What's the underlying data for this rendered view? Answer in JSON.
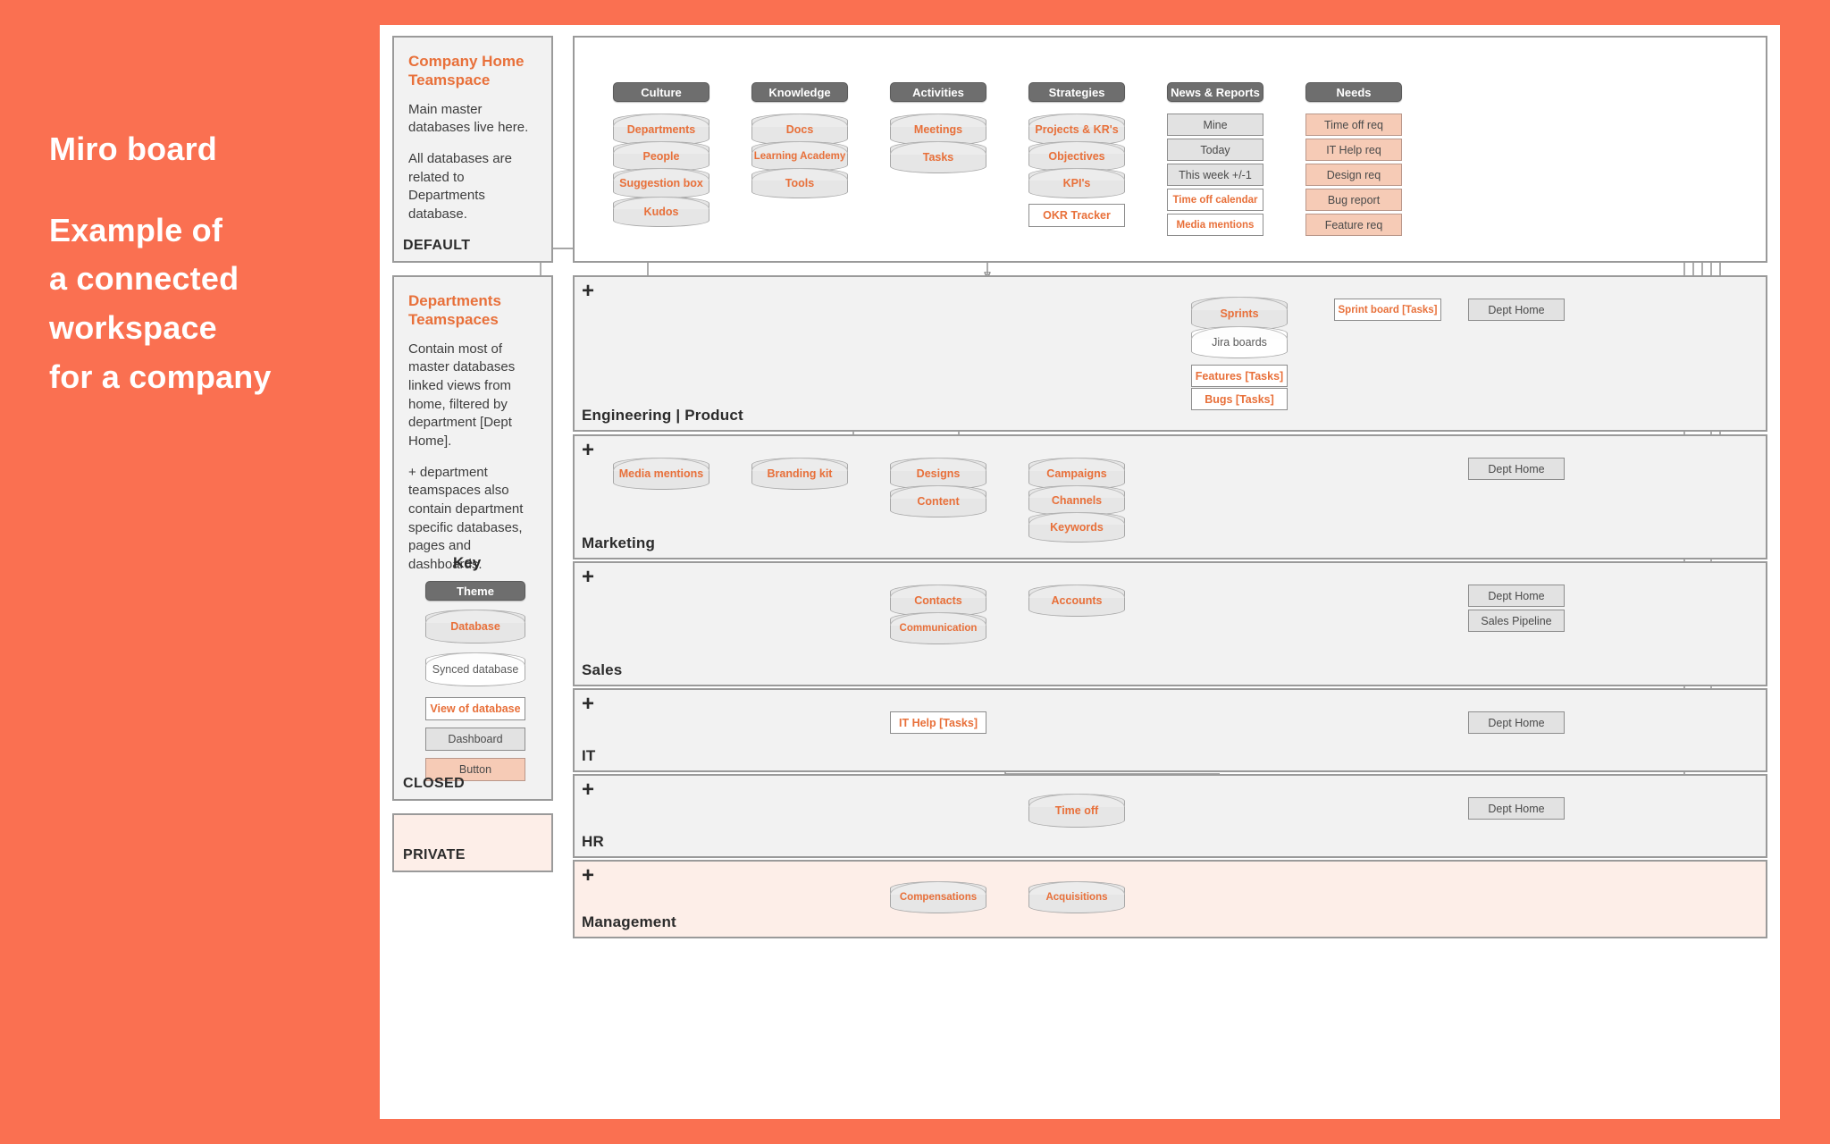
{
  "page": {
    "background_color": "#fa7051",
    "canvas_color": "#ffffff",
    "accent_color": "#e8703a"
  },
  "intro": {
    "line1": "Miro board",
    "line2": "Example of",
    "line3": "a connected",
    "line4": "workspace",
    "line5": "for a company"
  },
  "notes": [
    {
      "title": "Company Home Teamspace",
      "p1": "Main master databases live here.",
      "p2": "All databases are related to Departments database.",
      "tag": "DEFAULT"
    },
    {
      "title": "Departments Teamspaces",
      "p1": "Contain most of master databases linked views from home, filtered by department [Dept Home].",
      "p2": "+ department teamspaces also contain department specific databases, pages and dashboards.",
      "tag": "CLOSED"
    },
    {
      "tag": "PRIVATE"
    }
  ],
  "key": {
    "title": "Key",
    "items": [
      {
        "label": "Theme",
        "type": "theme"
      },
      {
        "label": "Database",
        "type": "database"
      },
      {
        "label": "Synced database",
        "type": "synced-database"
      },
      {
        "label": "View of database",
        "type": "view-of-database"
      },
      {
        "label": "Dashboard",
        "type": "dashboard"
      },
      {
        "label": "Button",
        "type": "button"
      }
    ]
  },
  "home": {
    "columns": [
      {
        "theme": "Culture",
        "nodes": [
          {
            "label": "Departments",
            "type": "database"
          },
          {
            "label": "People",
            "type": "database"
          },
          {
            "label": "Suggestion box",
            "type": "database"
          },
          {
            "label": "Kudos",
            "type": "database"
          }
        ]
      },
      {
        "theme": "Knowledge",
        "nodes": [
          {
            "label": "Docs",
            "type": "database"
          },
          {
            "label": "Learning Academy",
            "type": "database"
          },
          {
            "label": "Tools",
            "type": "database"
          }
        ]
      },
      {
        "theme": "Activities",
        "nodes": [
          {
            "label": "Meetings",
            "type": "database"
          },
          {
            "label": "Tasks",
            "type": "database"
          }
        ]
      },
      {
        "theme": "Strategies",
        "nodes": [
          {
            "label": "Projects & KR's",
            "type": "database"
          },
          {
            "label": "Objectives",
            "type": "database"
          },
          {
            "label": "KPI's",
            "type": "database"
          },
          {
            "label": "OKR Tracker",
            "type": "view-of-database"
          }
        ]
      },
      {
        "theme": "News & Reports",
        "nodes": [
          {
            "label": "Mine",
            "type": "dashboard"
          },
          {
            "label": "Today",
            "type": "dashboard"
          },
          {
            "label": "This week +/-1",
            "type": "dashboard"
          },
          {
            "label": "Time off calendar",
            "type": "view-of-database"
          },
          {
            "label": "Media mentions",
            "type": "view-of-database"
          }
        ]
      },
      {
        "theme": "Needs",
        "nodes": [
          {
            "label": "Time off req",
            "type": "button"
          },
          {
            "label": "IT Help req",
            "type": "button"
          },
          {
            "label": "Design req",
            "type": "button"
          },
          {
            "label": "Bug report",
            "type": "button"
          },
          {
            "label": "Feature req",
            "type": "button"
          }
        ]
      }
    ]
  },
  "departments": [
    {
      "name": "Engineering | Product",
      "plus": "+",
      "nodes": [
        {
          "label": "Sprints",
          "type": "database"
        },
        {
          "label": "Jira boards",
          "type": "synced-database"
        },
        {
          "label": "Features [Tasks]",
          "type": "view-of-database"
        },
        {
          "label": "Bugs [Tasks]",
          "type": "view-of-database"
        },
        {
          "label": "Sprint board [Tasks]",
          "type": "view-of-database"
        },
        {
          "label": "Dept Home",
          "type": "dashboard"
        }
      ]
    },
    {
      "name": "Marketing",
      "plus": "+",
      "nodes": [
        {
          "label": "Media mentions",
          "type": "database"
        },
        {
          "label": "Branding kit",
          "type": "database"
        },
        {
          "label": "Designs",
          "type": "database"
        },
        {
          "label": "Content",
          "type": "database"
        },
        {
          "label": "Campaigns",
          "type": "database"
        },
        {
          "label": "Channels",
          "type": "database"
        },
        {
          "label": "Keywords",
          "type": "database"
        },
        {
          "label": "Dept Home",
          "type": "dashboard"
        }
      ]
    },
    {
      "name": "Sales",
      "plus": "+",
      "nodes": [
        {
          "label": "Contacts",
          "type": "database"
        },
        {
          "label": "Communication",
          "type": "database"
        },
        {
          "label": "Accounts",
          "type": "database"
        },
        {
          "label": "Dept Home",
          "type": "dashboard"
        },
        {
          "label": "Sales Pipeline",
          "type": "dashboard"
        }
      ]
    },
    {
      "name": "IT",
      "plus": "+",
      "nodes": [
        {
          "label": "IT Help [Tasks]",
          "type": "view-of-database"
        },
        {
          "label": "Dept Home",
          "type": "dashboard"
        }
      ]
    },
    {
      "name": "HR",
      "plus": "+",
      "nodes": [
        {
          "label": "Time off",
          "type": "database"
        },
        {
          "label": "Dept Home",
          "type": "dashboard"
        }
      ]
    },
    {
      "name": "Management",
      "plus": "+",
      "nodes": [
        {
          "label": "Compensations",
          "type": "database"
        },
        {
          "label": "Acquisitions",
          "type": "database"
        }
      ]
    }
  ]
}
